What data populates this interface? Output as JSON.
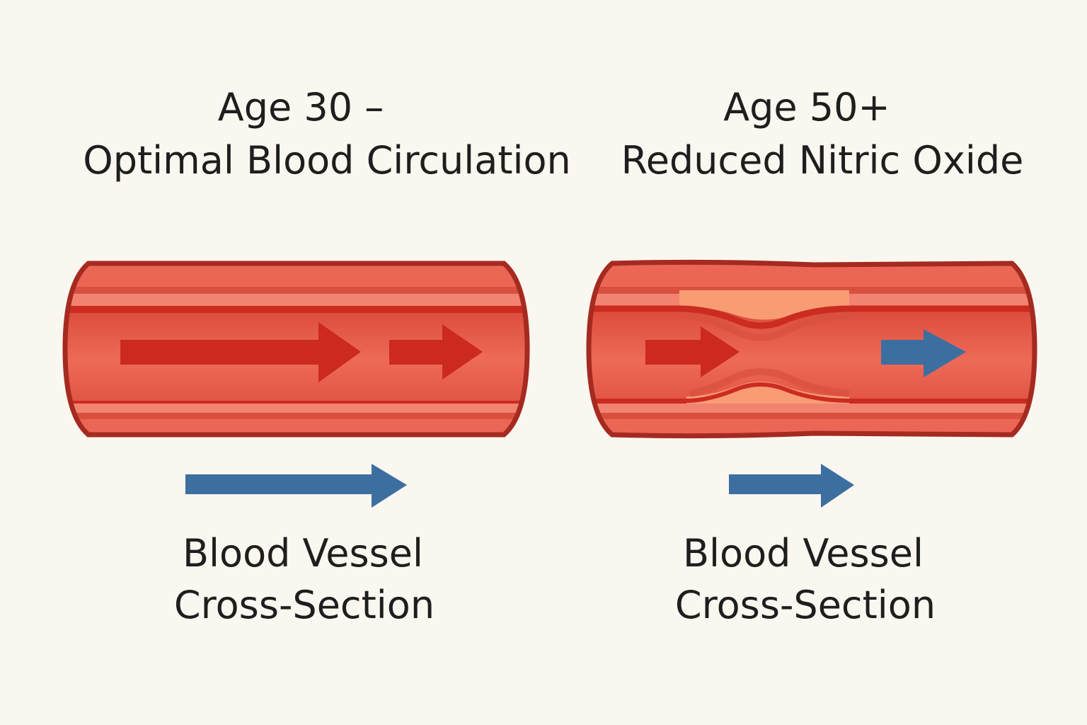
{
  "left_panel": {
    "title_line1": "Age 30 –",
    "title_line2": "Optimal Blood Circulation",
    "label_line1": "Blood Vessel",
    "label_line2": "Cross-Section"
  },
  "right_panel": {
    "title_line1": "Age 50+",
    "title_line2": "Reduced Nitric Oxide",
    "label_line1": "Blood Vessel",
    "label_line2": "Cross-Section"
  },
  "colors": {
    "background": "#faf6f0",
    "vessel_outline": "#a52a20",
    "vessel_fill": "#e65848",
    "flow_arrow_red": "#cc2a1f",
    "flow_arrow_blue": "#3c6fa0",
    "plaque": "#f89c74"
  }
}
